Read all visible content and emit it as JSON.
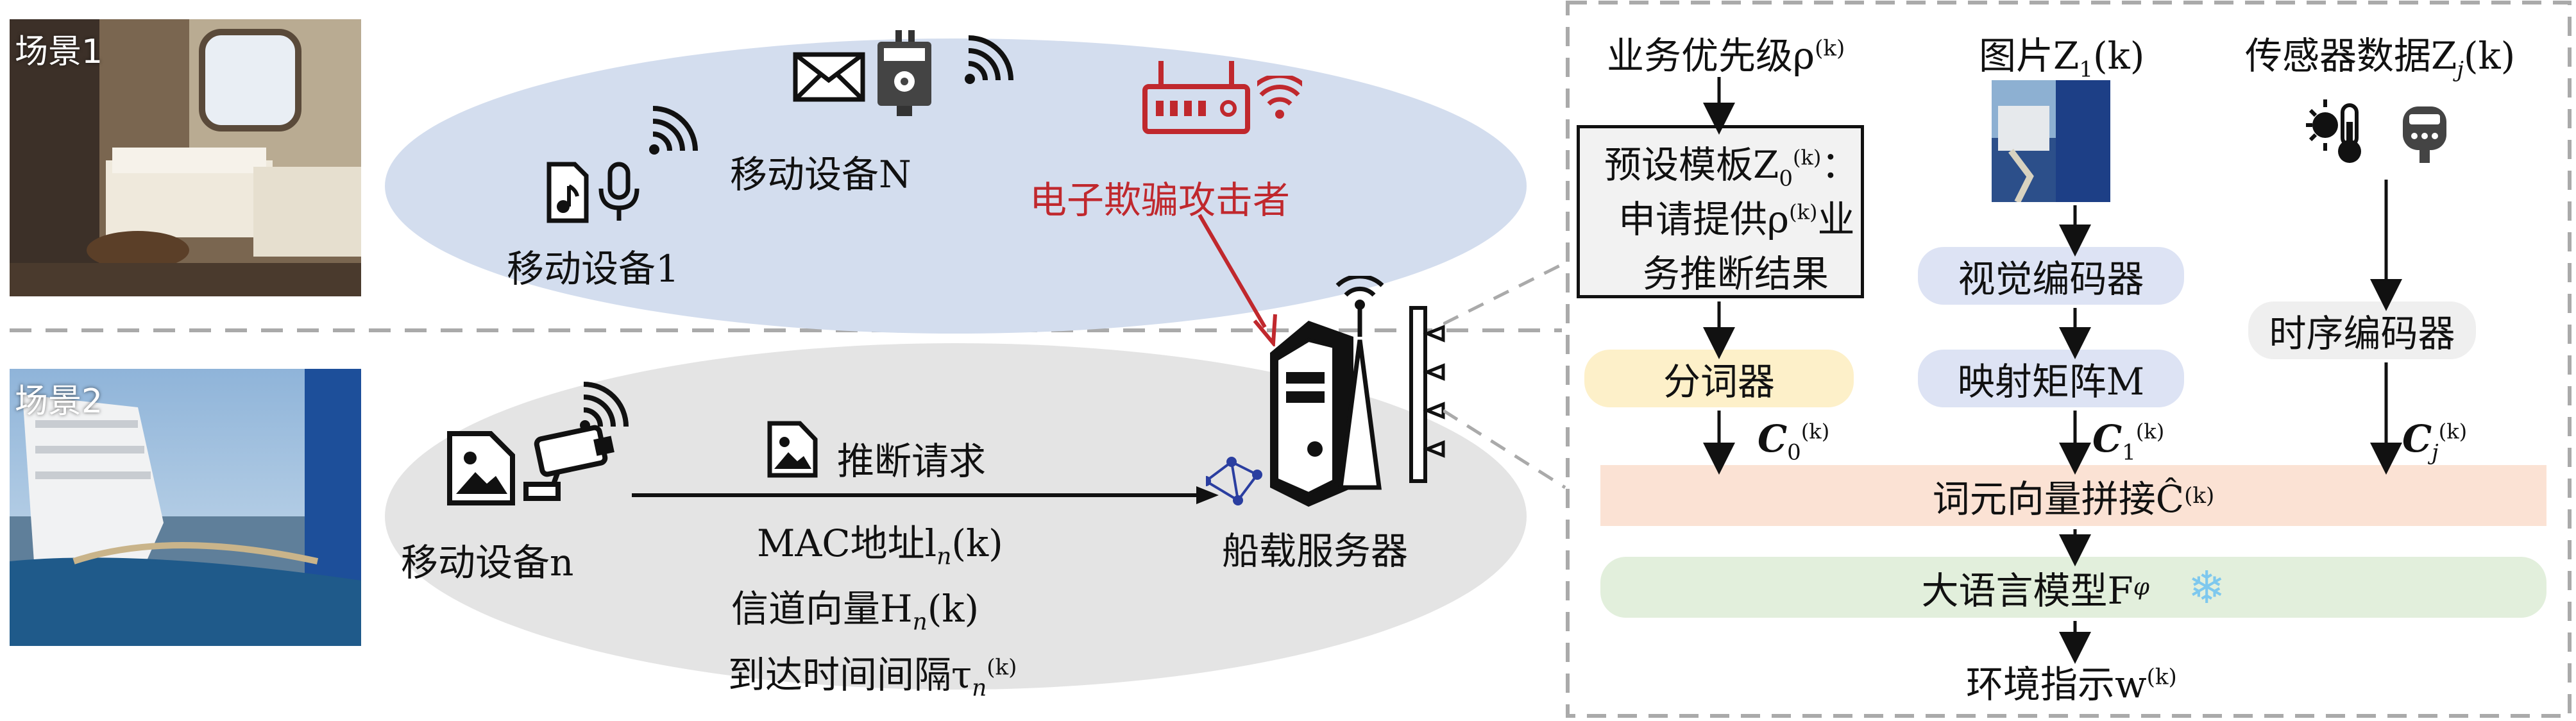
{
  "left": {
    "scene1_label": "场景1",
    "scene2_label": "场景2",
    "device_1": "移动设备1",
    "device_N": "移动设备N",
    "device_n": "移动设备n",
    "spoofer": "电子欺骗攻击者",
    "server": "船载服务器",
    "request": "推断请求",
    "mac": "MAC地址l",
    "mac_suffix": "(k)",
    "channel": "信道向量H",
    "channel_suffix": "(k)",
    "interval": "到达时间间隔τ",
    "interval_sup": "(k)",
    "sub_n": "n"
  },
  "right": {
    "priority": "业务优先级ρ",
    "priority_sup": "(k)",
    "image": "图片Z",
    "image_sub": "1",
    "image_arg": "(k)",
    "sensor": "传感器数据Z",
    "sensor_sub": "j",
    "sensor_arg": "(k)",
    "template_line1": "预设模板Z",
    "template_sub": "0",
    "template_sup": "(k)",
    "template_colon": "：",
    "template_line2a": "申请提供ρ",
    "template_line2_sup": "(k)",
    "template_line2b": "业",
    "template_line3": "务推断结果",
    "visual_encoder": "视觉编码器",
    "projection": "映射矩阵M",
    "temporal_encoder": "时序编码器",
    "tokenizer": "分词器",
    "c0": "C",
    "c0_sub": "0",
    "c1": "C",
    "c1_sub": "1",
    "cj": "C",
    "cj_sub": "j",
    "c_sup": "(k)",
    "concat": "词元向量拼接Ĉ",
    "concat_sup": "(k)",
    "llm": "大语言模型F",
    "llm_sub": "φ",
    "output": "环境指示w",
    "output_sup": "(k)"
  },
  "colors": {
    "ellipse_top": "#d3ddee",
    "ellipse_bottom": "#e4e4e4",
    "accent_red": "#c0282d",
    "tokenizer_bg": "#fdf0c9",
    "encoder_bg": "#dde3f4",
    "temporal_bg": "#efefef",
    "concat_bg": "#fbe2d4",
    "llm_bg": "#e2efdc",
    "snowflake": "#7ec8ee"
  }
}
